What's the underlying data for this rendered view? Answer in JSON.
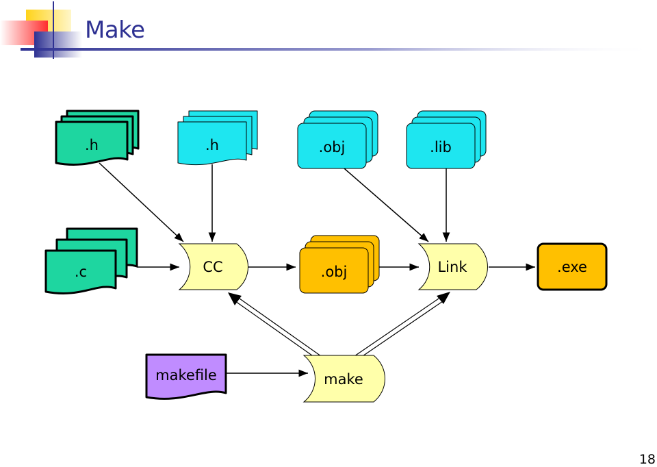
{
  "slide": {
    "title": "Make",
    "page_number": "18"
  },
  "colors": {
    "title_text": "#2e3192",
    "header_line": "#2e3192",
    "header_red": "#ff2d2d",
    "header_yellow": "#ffd31a",
    "header_blue": "#2e3192",
    "source_files": "#1ed6a0",
    "header_files": "#1ee6f0",
    "obj_lib_files": "#1ee6f0",
    "process": "#ffffaa",
    "intermediate_obj": "#ffc000",
    "executable": "#ffc000",
    "makefile": "#c08cff"
  },
  "nodes": {
    "h_green": ".h",
    "h_cyan": ".h",
    "obj_input": ".obj",
    "lib_input": ".lib",
    "c_source": ".c",
    "cc_process": "CC",
    "obj_intermediate": ".obj",
    "link_process": "Link",
    "exe_output": ".exe",
    "makefile": "makefile",
    "make_process": "make"
  }
}
